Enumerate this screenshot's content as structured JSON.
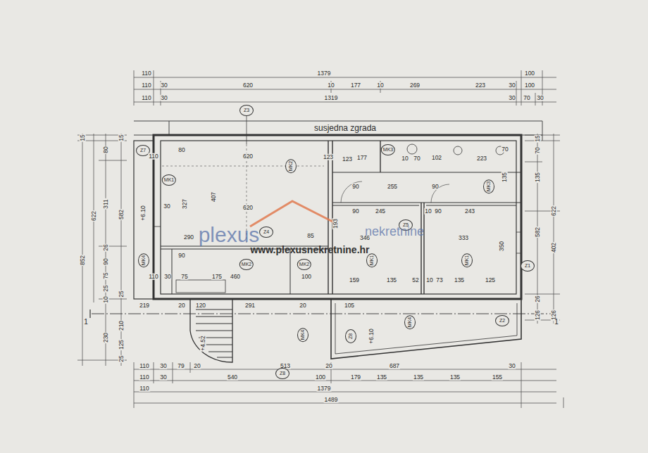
{
  "diagram": {
    "labels": [
      "110",
      "1379",
      "100",
      "110",
      "30",
      "620",
      "10",
      "177",
      "10",
      "269",
      "223",
      "30",
      "100",
      "110",
      "30",
      "1319",
      "30",
      "70",
      "30",
      "Z3",
      "susjedna zgrada",
      "15",
      "80",
      "15",
      "311",
      "582",
      "622",
      "852",
      "26",
      "90",
      "75",
      "25",
      "10",
      "25",
      "230",
      "210",
      "125",
      "25",
      "15",
      "70",
      "135",
      "622",
      "582",
      "402",
      "26",
      "126",
      "126",
      "Z7",
      "+6.10",
      "MK4",
      "110",
      "80",
      "620",
      "MK1",
      "407",
      "327",
      "30",
      "620",
      "290",
      "Z4",
      "90",
      "175",
      "460",
      "MK2",
      "110",
      "30",
      "75",
      "100",
      "MK2",
      "85",
      "MK2",
      "123",
      "123",
      "177",
      "MK3",
      "10",
      "70",
      "102",
      "223",
      "70",
      "135",
      "MK3",
      "90",
      "255",
      "90",
      "90",
      "245",
      "10",
      "90",
      "243",
      "193",
      "346",
      "MK1",
      "Z5",
      "333",
      "MK1",
      "350",
      "Z1",
      "159",
      "135",
      "52",
      "10",
      "73",
      "135",
      "125",
      "219",
      "20",
      "120",
      "291",
      "20",
      "105",
      "Z2",
      "Z8",
      "+6.10",
      "MK4",
      "MK4",
      "+4.52",
      "110",
      "30",
      "79",
      "20",
      "513",
      "20",
      "687",
      "30",
      "Z8",
      "110",
      "30",
      "540",
      "100",
      "179",
      "135",
      "135",
      "135",
      "155",
      "110",
      "1379",
      "1489",
      "plexus",
      "nekretnine",
      "www.plexusnekretnine.hr",
      "1",
      "1"
    ]
  }
}
